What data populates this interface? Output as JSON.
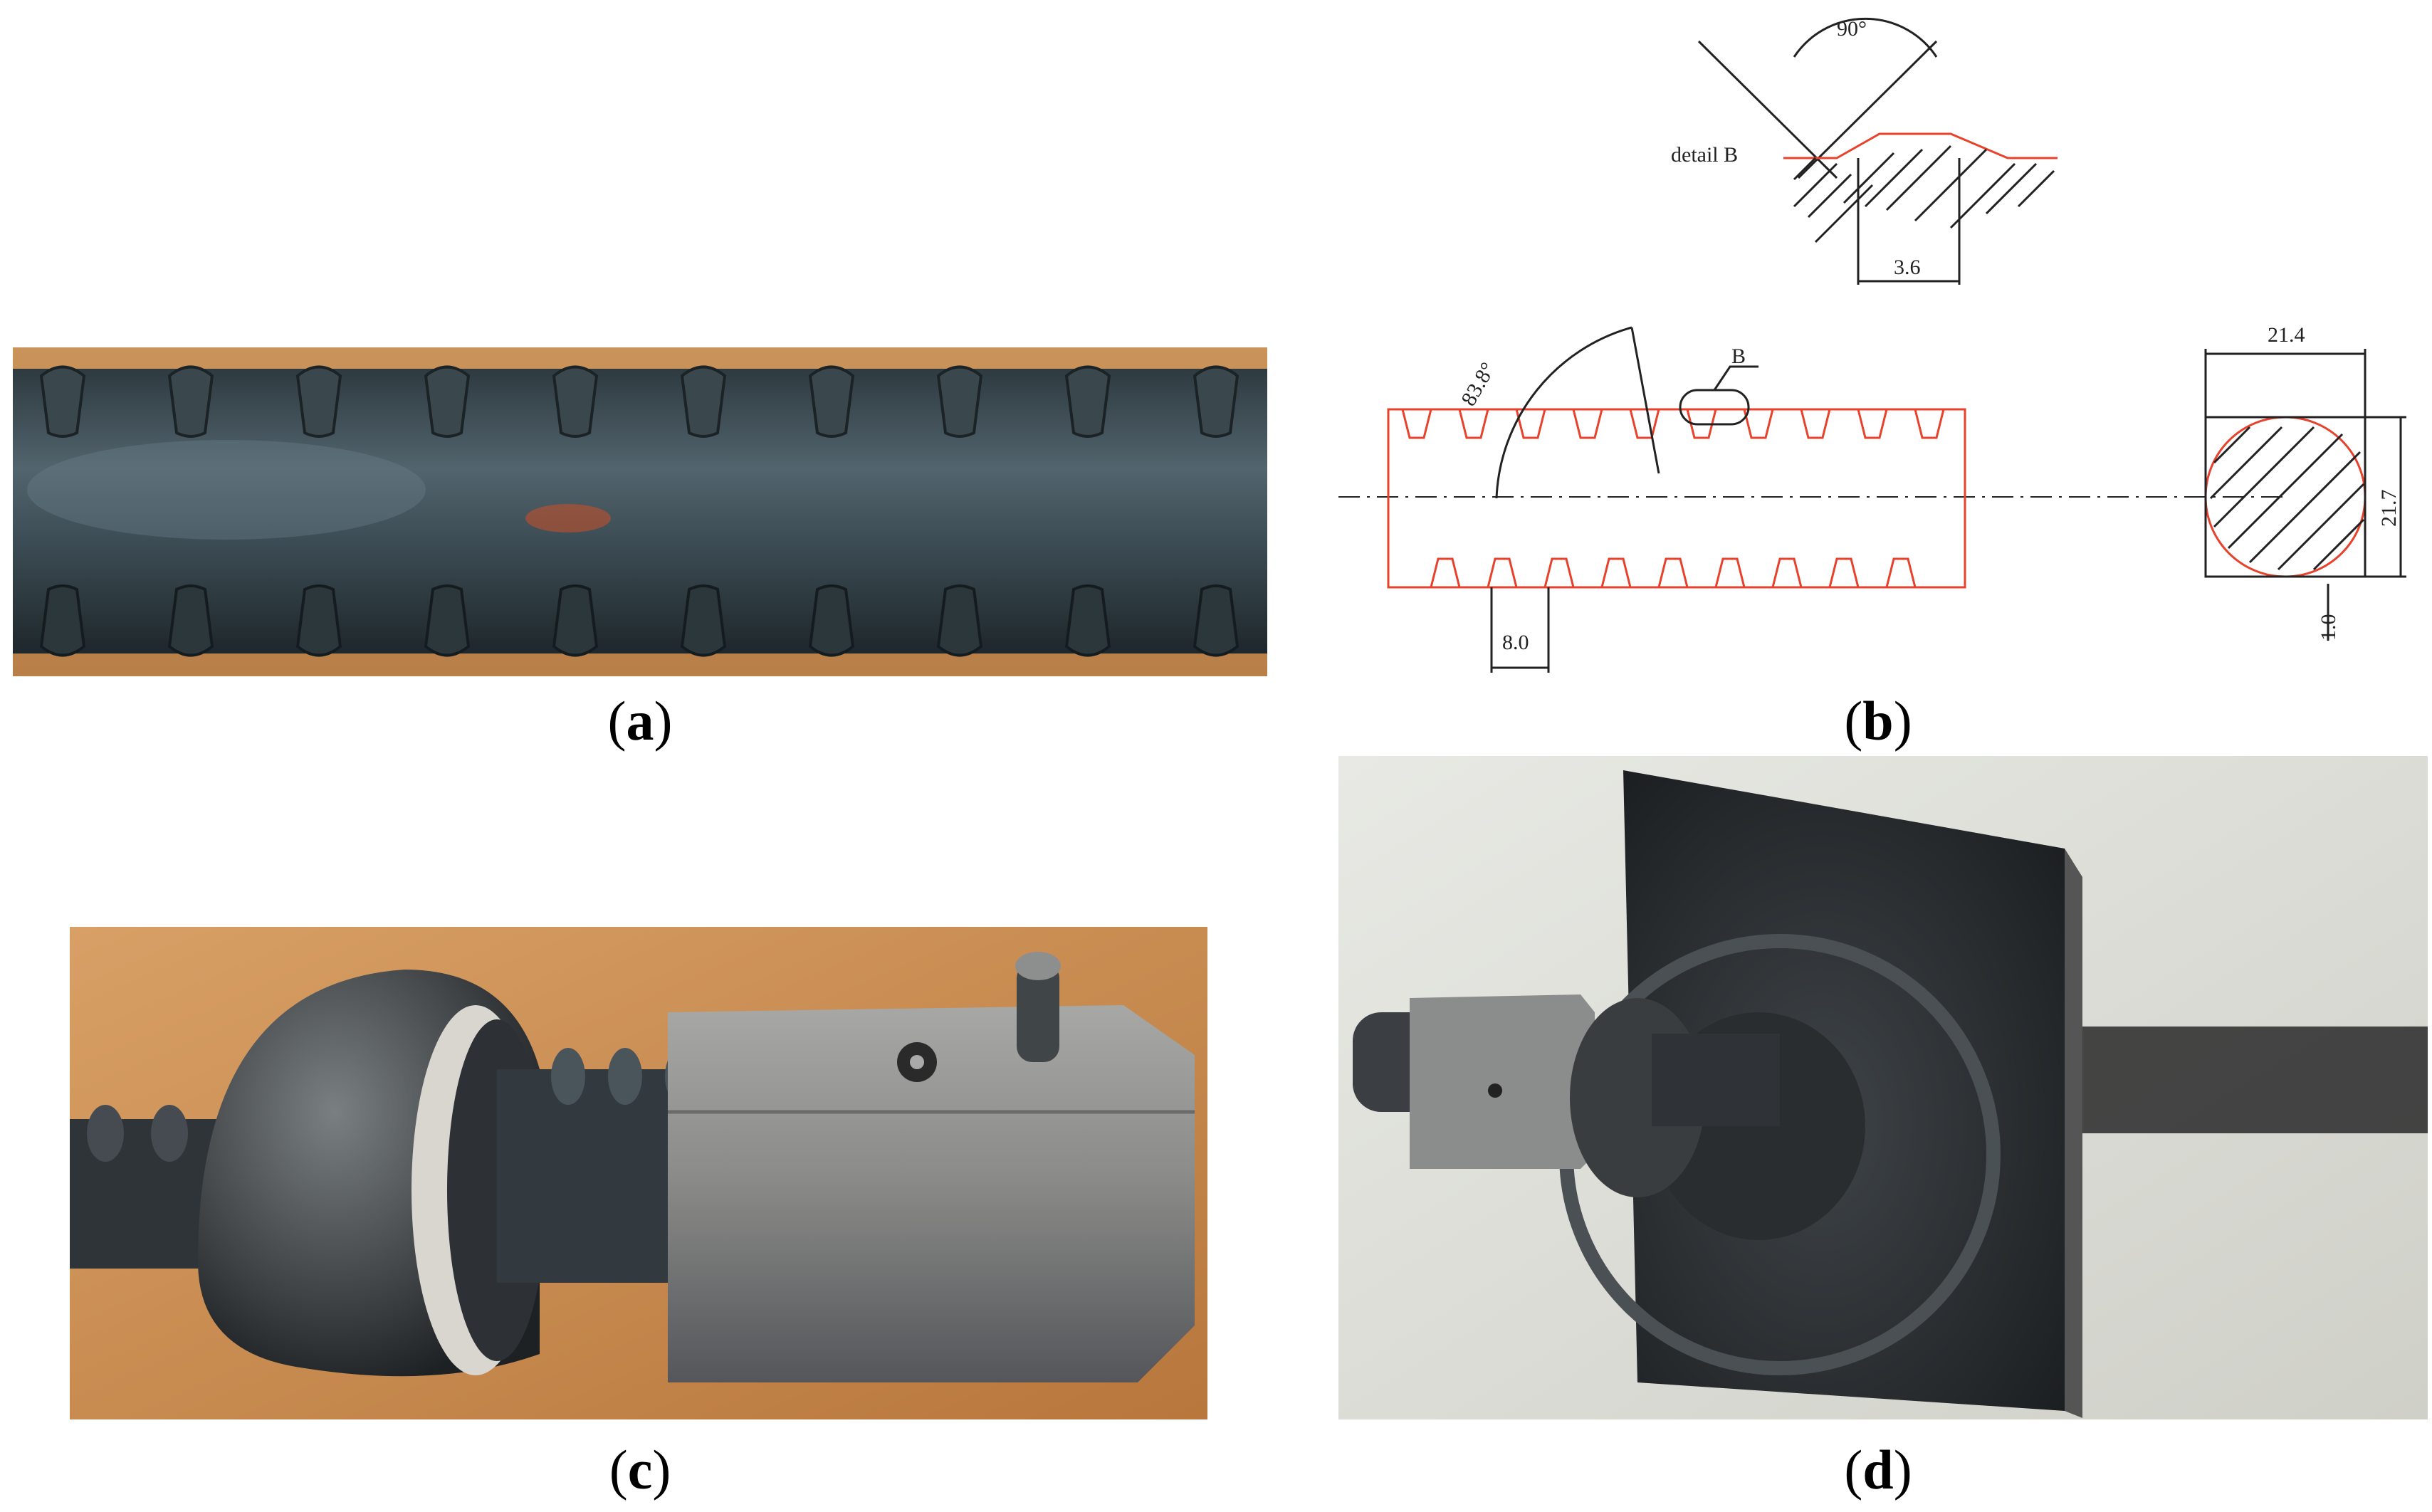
{
  "figure": {
    "panels": [
      {
        "id": "a",
        "caption_letter": "a",
        "description_icon": "threaded-rebar-photo"
      },
      {
        "id": "b",
        "caption_letter": "b",
        "description_icon": "rebar-thread-drawing"
      },
      {
        "id": "c",
        "caption_letter": "c",
        "description_icon": "dome-nut-coupler-photo"
      },
      {
        "id": "d",
        "caption_letter": "d",
        "description_icon": "bolt-plate-assembly-photo"
      }
    ],
    "drawing": {
      "detail_label": "detail B",
      "angle_top": "90°",
      "detail_width": "3.6",
      "helix_angle": "83.8°",
      "callout": "B",
      "pitch": "8.0",
      "section_width": "21.4",
      "section_height": "21.7",
      "flat_depth": "1.0"
    },
    "colors": {
      "drawing_red": "#e8412c",
      "drawing_black": "#222222"
    }
  }
}
